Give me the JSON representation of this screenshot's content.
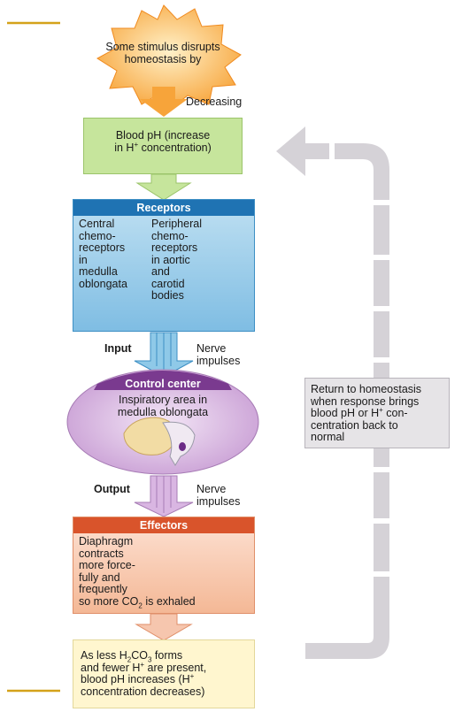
{
  "stimulus": {
    "line1": "Some stimulus disrupts",
    "line2": "homeostasis by"
  },
  "decreasing_label": "Decreasing",
  "variable": {
    "line1": "Blood pH (increase",
    "line2_pre": "in H",
    "line2_sup": "+",
    "line2_post": " concentration)"
  },
  "receptors": {
    "title": "Receptors",
    "central": [
      "Central",
      "chemo-",
      "receptors",
      "in",
      "medulla",
      "oblongata"
    ],
    "peripheral": [
      "Peripheral",
      "chemo-",
      "receptors",
      "in aortic",
      "and",
      "carotid",
      "bodies"
    ]
  },
  "input": {
    "label": "Input",
    "nerve": "Nerve",
    "impulses": "impulses"
  },
  "control": {
    "title": "Control center",
    "line1": "Inspiratory area in",
    "line2": "medulla oblongata"
  },
  "output": {
    "label": "Output",
    "nerve": "Nerve",
    "impulses": "impulses"
  },
  "effectors": {
    "title": "Effectors",
    "lines": [
      "Diaphragm",
      "contracts",
      "more force-",
      "fully and",
      "frequently"
    ],
    "last_pre": "so more CO",
    "last_sub": "2",
    "last_post": " is exhaled"
  },
  "response": {
    "l1_pre": "As less H",
    "l1_sub1": "2",
    "l1_mid": "CO",
    "l1_sub2": "3",
    "l1_post": " forms",
    "l2_pre": "and fewer H",
    "l2_sup": "+",
    "l2_post": " are present,",
    "l3_pre": "blood pH increases (H",
    "l3_sup": "+",
    "l4": "concentration decreases)"
  },
  "return_box": {
    "line1": "Return to homeostasis",
    "line2": "when response brings",
    "line3_pre": "blood pH or H",
    "line3_sup": "+",
    "line3_post": " con-",
    "line4": "centration back to",
    "line5": "normal"
  },
  "colors": {
    "stimulus": "#f7a43a",
    "variable": "#c6e59c",
    "receptors": "#8fc9e8",
    "receptors_head": "#1f73b3",
    "control": "#d9b6e2",
    "control_head": "#7a3a8f",
    "effectors": "#f6c6ae",
    "effectors_head": "#d9542b",
    "response": "#fff6cf",
    "return_arrow": "#d5d2d7",
    "return_box": "#e6e4e7",
    "accent_line": "#d4a21a"
  }
}
